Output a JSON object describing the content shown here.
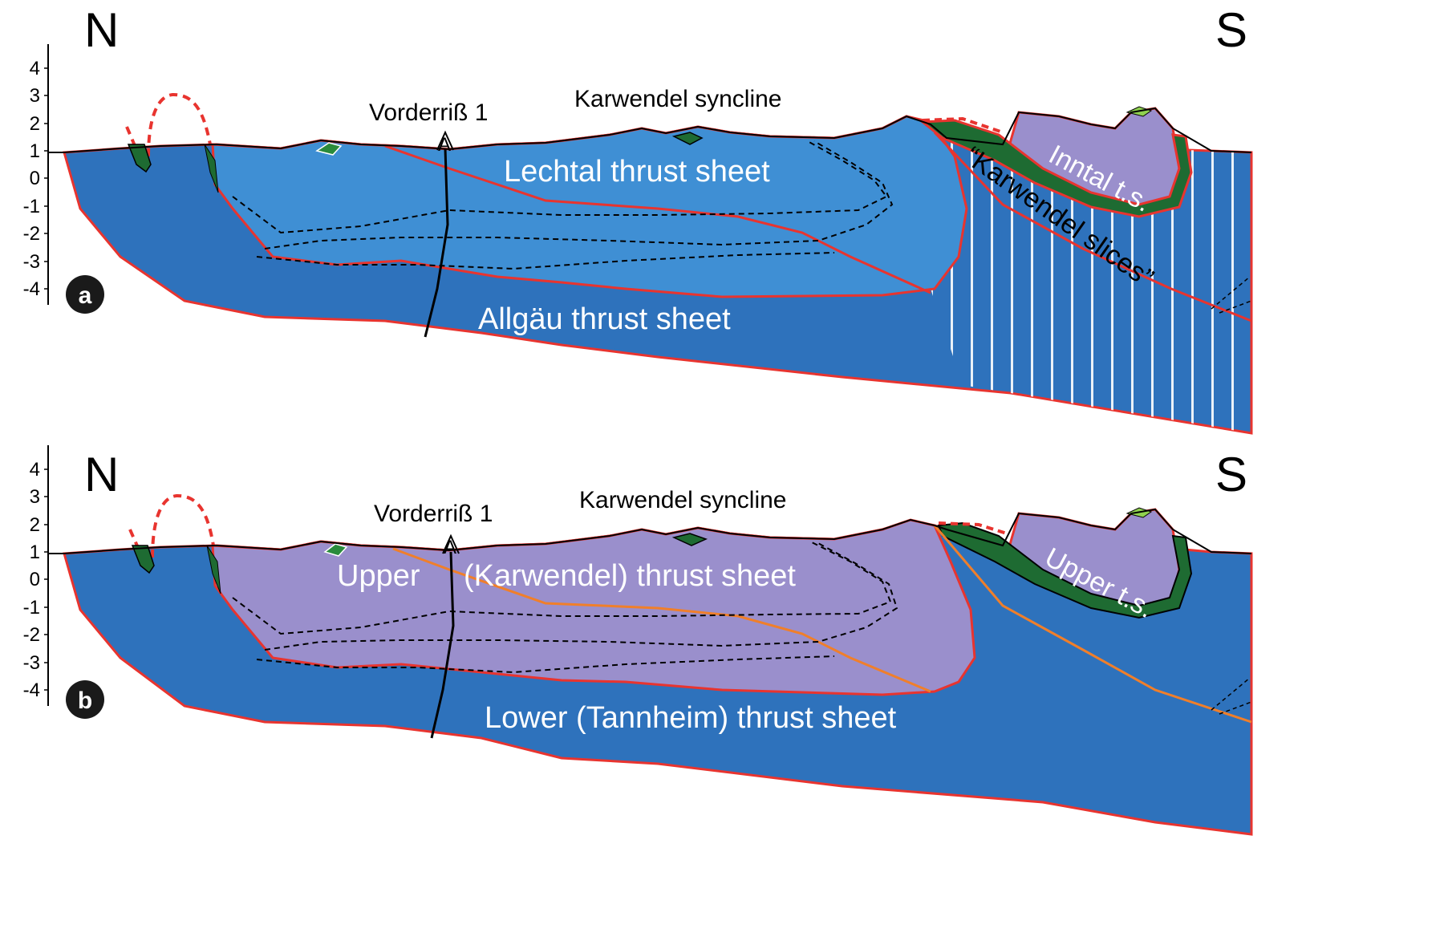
{
  "colors": {
    "light_blue": "#3f8fd4",
    "dark_blue": "#2e72bc",
    "purple": "#9a8fcc",
    "dark_green": "#1e6b32",
    "light_green": "#8fd14f",
    "red": "#e8342f",
    "orange": "#f07f2a",
    "black": "#000000",
    "white": "#ffffff"
  },
  "axis_ticks": [
    "4",
    "3",
    "2",
    "1",
    "0",
    "-1",
    "-2",
    "-3",
    "-4"
  ],
  "panels": [
    {
      "badge": "a",
      "north": "N",
      "south": "S",
      "well_label": "Vorderriß 1",
      "well_marker": "A",
      "syncline_label": "Karwendel syncline",
      "upper_sheet_label": "Lechtal thrust sheet",
      "lower_sheet_label": "Allgäu thrust sheet",
      "right_sheet_label": "Inntal t.s.",
      "slices_label": "“Karwendel slices”"
    },
    {
      "badge": "b",
      "north": "N",
      "south": "S",
      "well_label": "Vorderriß 1",
      "well_marker": "A",
      "syncline_label": "Karwendel syncline",
      "upper_sheet_label_1": "Upper",
      "upper_sheet_label_2": "(Karwendel) thrust sheet",
      "lower_sheet_label": "Lower (Tannheim) thrust sheet",
      "right_sheet_label": "Upper t.s."
    }
  ]
}
